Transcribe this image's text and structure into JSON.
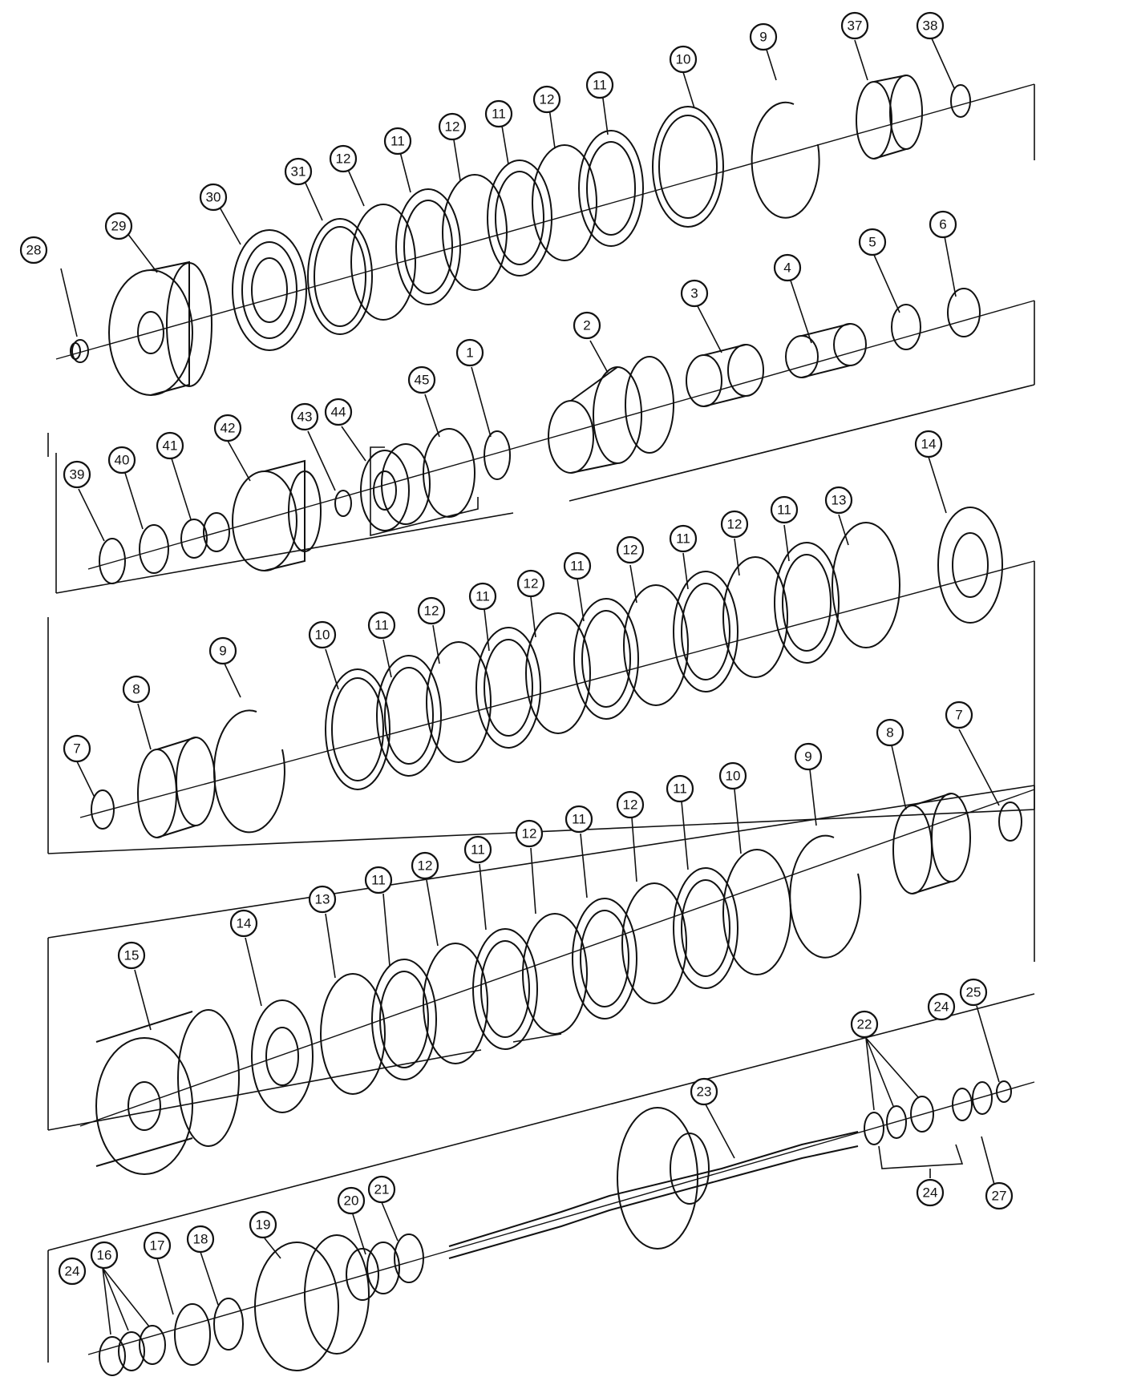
{
  "callouts": [
    {
      "id": "c28",
      "label": "28"
    },
    {
      "id": "c29",
      "label": "29"
    },
    {
      "id": "c30",
      "label": "30"
    },
    {
      "id": "c31",
      "label": "31"
    },
    {
      "id": "c12a",
      "label": "12"
    },
    {
      "id": "c11a",
      "label": "11"
    },
    {
      "id": "c12b",
      "label": "12"
    },
    {
      "id": "c11b",
      "label": "11"
    },
    {
      "id": "c12c",
      "label": "12"
    },
    {
      "id": "c11c",
      "label": "11"
    },
    {
      "id": "c10a",
      "label": "10"
    },
    {
      "id": "c9a",
      "label": "9"
    },
    {
      "id": "c37",
      "label": "37"
    },
    {
      "id": "c38",
      "label": "38"
    },
    {
      "id": "c39",
      "label": "39"
    },
    {
      "id": "c40",
      "label": "40"
    },
    {
      "id": "c41",
      "label": "41"
    },
    {
      "id": "c42",
      "label": "42"
    },
    {
      "id": "c43",
      "label": "43"
    },
    {
      "id": "c44",
      "label": "44"
    },
    {
      "id": "c45",
      "label": "45"
    },
    {
      "id": "c1",
      "label": "1"
    },
    {
      "id": "c2",
      "label": "2"
    },
    {
      "id": "c3",
      "label": "3"
    },
    {
      "id": "c4",
      "label": "4"
    },
    {
      "id": "c5",
      "label": "5"
    },
    {
      "id": "c6",
      "label": "6"
    },
    {
      "id": "c7a",
      "label": "7"
    },
    {
      "id": "c8a",
      "label": "8"
    },
    {
      "id": "c9b",
      "label": "9"
    },
    {
      "id": "c10b",
      "label": "10"
    },
    {
      "id": "c11d",
      "label": "11"
    },
    {
      "id": "c12d",
      "label": "12"
    },
    {
      "id": "c11e",
      "label": "11"
    },
    {
      "id": "c12e",
      "label": "12"
    },
    {
      "id": "c11f",
      "label": "11"
    },
    {
      "id": "c12f",
      "label": "12"
    },
    {
      "id": "c11g",
      "label": "11"
    },
    {
      "id": "c12g",
      "label": "12"
    },
    {
      "id": "c11h",
      "label": "11"
    },
    {
      "id": "c13a",
      "label": "13"
    },
    {
      "id": "c14a",
      "label": "14"
    },
    {
      "id": "c15",
      "label": "15"
    },
    {
      "id": "c14b",
      "label": "14"
    },
    {
      "id": "c13b",
      "label": "13"
    },
    {
      "id": "c11i",
      "label": "11"
    },
    {
      "id": "c12h",
      "label": "12"
    },
    {
      "id": "c11j",
      "label": "11"
    },
    {
      "id": "c12i",
      "label": "12"
    },
    {
      "id": "c11k",
      "label": "11"
    },
    {
      "id": "c12j",
      "label": "12"
    },
    {
      "id": "c11l",
      "label": "11"
    },
    {
      "id": "c10c",
      "label": "10"
    },
    {
      "id": "c9c",
      "label": "9"
    },
    {
      "id": "c8b",
      "label": "8"
    },
    {
      "id": "c7b",
      "label": "7"
    },
    {
      "id": "c24a",
      "label": "24"
    },
    {
      "id": "c16",
      "label": "16"
    },
    {
      "id": "c17",
      "label": "17"
    },
    {
      "id": "c18",
      "label": "18"
    },
    {
      "id": "c19",
      "label": "19"
    },
    {
      "id": "c20",
      "label": "20"
    },
    {
      "id": "c21",
      "label": "21"
    },
    {
      "id": "c23",
      "label": "23"
    },
    {
      "id": "c22",
      "label": "22"
    },
    {
      "id": "c24b",
      "label": "24"
    },
    {
      "id": "c25",
      "label": "25"
    },
    {
      "id": "c27",
      "label": "27"
    },
    {
      "id": "c24c",
      "label": "24"
    }
  ]
}
